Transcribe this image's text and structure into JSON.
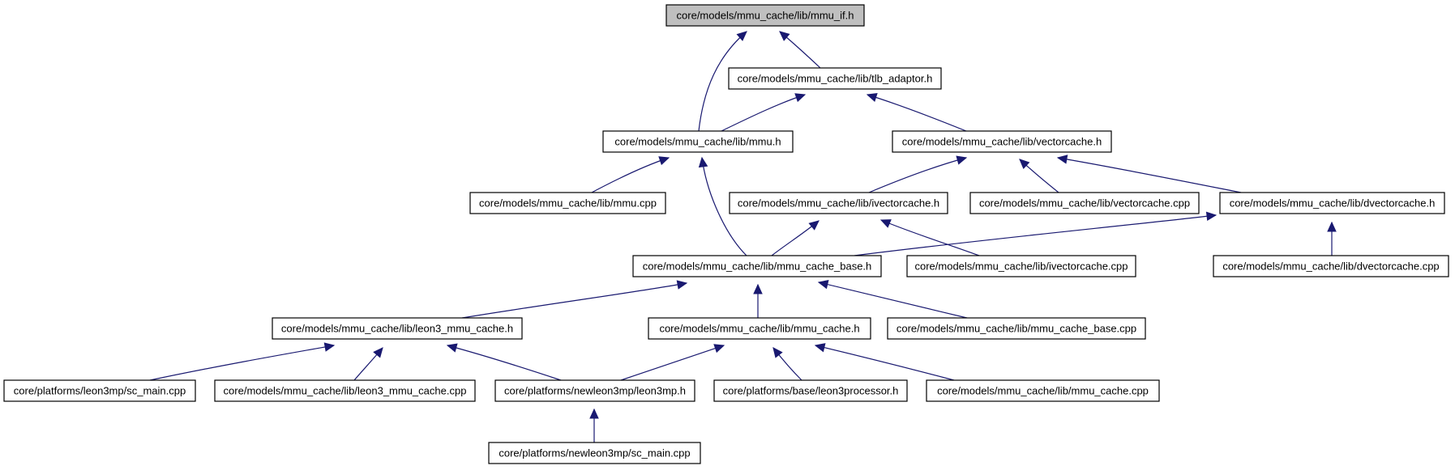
{
  "graph": {
    "edge_color": "#191970",
    "root_fill": "#bfbfbf",
    "nodes": [
      {
        "id": "mmu_if_h",
        "label": "core/models/mmu_cache/lib/mmu_if.h",
        "root": true
      },
      {
        "id": "tlb_adaptor_h",
        "label": "core/models/mmu_cache/lib/tlb_adaptor.h"
      },
      {
        "id": "mmu_h",
        "label": "core/models/mmu_cache/lib/mmu.h"
      },
      {
        "id": "vectorcache_h",
        "label": "core/models/mmu_cache/lib/vectorcache.h"
      },
      {
        "id": "mmu_cpp",
        "label": "core/models/mmu_cache/lib/mmu.cpp"
      },
      {
        "id": "ivectorcache_h",
        "label": "core/models/mmu_cache/lib/ivectorcache.h"
      },
      {
        "id": "vectorcache_cpp",
        "label": "core/models/mmu_cache/lib/vectorcache.cpp"
      },
      {
        "id": "dvectorcache_h",
        "label": "core/models/mmu_cache/lib/dvectorcache.h"
      },
      {
        "id": "mmu_cache_base_h",
        "label": "core/models/mmu_cache/lib/mmu_cache_base.h"
      },
      {
        "id": "ivectorcache_cpp",
        "label": "core/models/mmu_cache/lib/ivectorcache.cpp"
      },
      {
        "id": "dvectorcache_cpp",
        "label": "core/models/mmu_cache/lib/dvectorcache.cpp"
      },
      {
        "id": "leon3_mmu_cache_h",
        "label": "core/models/mmu_cache/lib/leon3_mmu_cache.h"
      },
      {
        "id": "mmu_cache_h",
        "label": "core/models/mmu_cache/lib/mmu_cache.h"
      },
      {
        "id": "mmu_cache_base_cpp",
        "label": "core/models/mmu_cache/lib/mmu_cache_base.cpp"
      },
      {
        "id": "leon3mp_sc_main_cpp",
        "label": "core/platforms/leon3mp/sc_main.cpp"
      },
      {
        "id": "leon3_mmu_cache_cpp",
        "label": "core/models/mmu_cache/lib/leon3_mmu_cache.cpp"
      },
      {
        "id": "newleon3mp_h",
        "label": "core/platforms/newleon3mp/leon3mp.h"
      },
      {
        "id": "leon3processor_h",
        "label": "core/platforms/base/leon3processor.h"
      },
      {
        "id": "mmu_cache_cpp",
        "label": "core/models/mmu_cache/lib/mmu_cache.cpp"
      },
      {
        "id": "newleon3mp_sc_main_cpp",
        "label": "core/platforms/newleon3mp/sc_main.cpp"
      }
    ],
    "edges": [
      {
        "from": "tlb_adaptor_h",
        "to": "mmu_if_h"
      },
      {
        "from": "mmu_h",
        "to": "mmu_if_h"
      },
      {
        "from": "mmu_h",
        "to": "tlb_adaptor_h"
      },
      {
        "from": "vectorcache_h",
        "to": "tlb_adaptor_h"
      },
      {
        "from": "mmu_cpp",
        "to": "mmu_h"
      },
      {
        "from": "mmu_cache_base_h",
        "to": "mmu_h"
      },
      {
        "from": "ivectorcache_h",
        "to": "vectorcache_h"
      },
      {
        "from": "vectorcache_cpp",
        "to": "vectorcache_h"
      },
      {
        "from": "dvectorcache_h",
        "to": "vectorcache_h"
      },
      {
        "from": "mmu_cache_base_h",
        "to": "ivectorcache_h"
      },
      {
        "from": "ivectorcache_cpp",
        "to": "ivectorcache_h"
      },
      {
        "from": "mmu_cache_base_h",
        "to": "dvectorcache_h"
      },
      {
        "from": "dvectorcache_cpp",
        "to": "dvectorcache_h"
      },
      {
        "from": "leon3_mmu_cache_h",
        "to": "mmu_cache_base_h"
      },
      {
        "from": "mmu_cache_h",
        "to": "mmu_cache_base_h"
      },
      {
        "from": "mmu_cache_base_cpp",
        "to": "mmu_cache_base_h"
      },
      {
        "from": "leon3mp_sc_main_cpp",
        "to": "leon3_mmu_cache_h"
      },
      {
        "from": "leon3_mmu_cache_cpp",
        "to": "leon3_mmu_cache_h"
      },
      {
        "from": "newleon3mp_h",
        "to": "leon3_mmu_cache_h"
      },
      {
        "from": "newleon3mp_h",
        "to": "mmu_cache_h"
      },
      {
        "from": "leon3processor_h",
        "to": "mmu_cache_h"
      },
      {
        "from": "mmu_cache_cpp",
        "to": "mmu_cache_h"
      },
      {
        "from": "newleon3mp_sc_main_cpp",
        "to": "newleon3mp_h"
      }
    ]
  }
}
